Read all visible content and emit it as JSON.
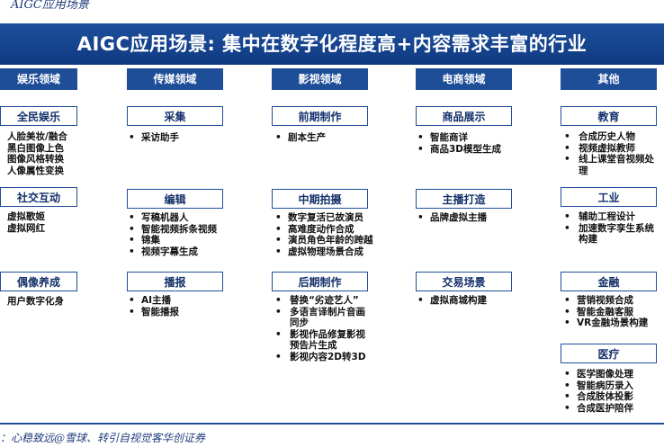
{
  "top_heading": "AIGC应用场景",
  "title": "AIGC应用场景: 集中在数字化程度高+内容需求丰富的行业",
  "columns": [
    {
      "header": "娱乐领域",
      "groups": [
        {
          "title": "全民娱乐",
          "items": [
            "人脸美妆/融合",
            "黑白图像上色",
            "图像风格转换",
            "人像属性变换"
          ]
        },
        {
          "title": "社交互动",
          "items": [
            "虚拟歌姬",
            "虚拟网红"
          ]
        },
        {
          "title": "偶像养成",
          "items": [
            "用户数字化身"
          ]
        }
      ]
    },
    {
      "header": "传媒领域",
      "groups": [
        {
          "title": "采集",
          "items": [
            "采访助手"
          ]
        },
        {
          "title": "编辑",
          "items": [
            "写稿机器人",
            "智能视频拆条视频",
            "锦集",
            "视频字幕生成"
          ]
        },
        {
          "title": "播报",
          "items": [
            "AI主播",
            "智能播报"
          ]
        }
      ]
    },
    {
      "header": "影视领域",
      "groups": [
        {
          "title": "前期制作",
          "items": [
            "剧本生产"
          ]
        },
        {
          "title": "中期拍摄",
          "items": [
            "数字复活已故演员",
            "高难度动作合成",
            "演员角色年龄的跨越",
            "虚拟物理场景合成"
          ]
        },
        {
          "title": "后期制作",
          "items": [
            "替换“劣迹艺人”",
            "多语言译制片音画同步",
            "影视作品修复影视预告片生成",
            "影视内容2D转3D"
          ]
        }
      ]
    },
    {
      "header": "电商领域",
      "groups": [
        {
          "title": "商品展示",
          "items": [
            "智能商详",
            "商品3D模型生成"
          ]
        },
        {
          "title": "主播打造",
          "items": [
            "品牌虚拟主播"
          ]
        },
        {
          "title": "交易场景",
          "items": [
            "虚拟商城构建"
          ]
        }
      ]
    },
    {
      "header": "其他",
      "groups": [
        {
          "title": "教育",
          "items": [
            "合成历史人物",
            "视频虚拟教师",
            "线上课堂音视频处理"
          ]
        },
        {
          "title": "工业",
          "items": [
            "辅助工程设计",
            "加速数字孪生系统构建"
          ]
        },
        {
          "title": "金融",
          "items": [
            "营销视频合成",
            "智能金融客服",
            "VR金融场景构建"
          ]
        },
        {
          "title": "医疗",
          "items": [
            "医学图像处理",
            "智能病历录入",
            "合成肢体投影",
            "合成医护陪伴"
          ]
        }
      ]
    }
  ],
  "source": "：心稳致远@雪球、转引自视觉客华创证券"
}
